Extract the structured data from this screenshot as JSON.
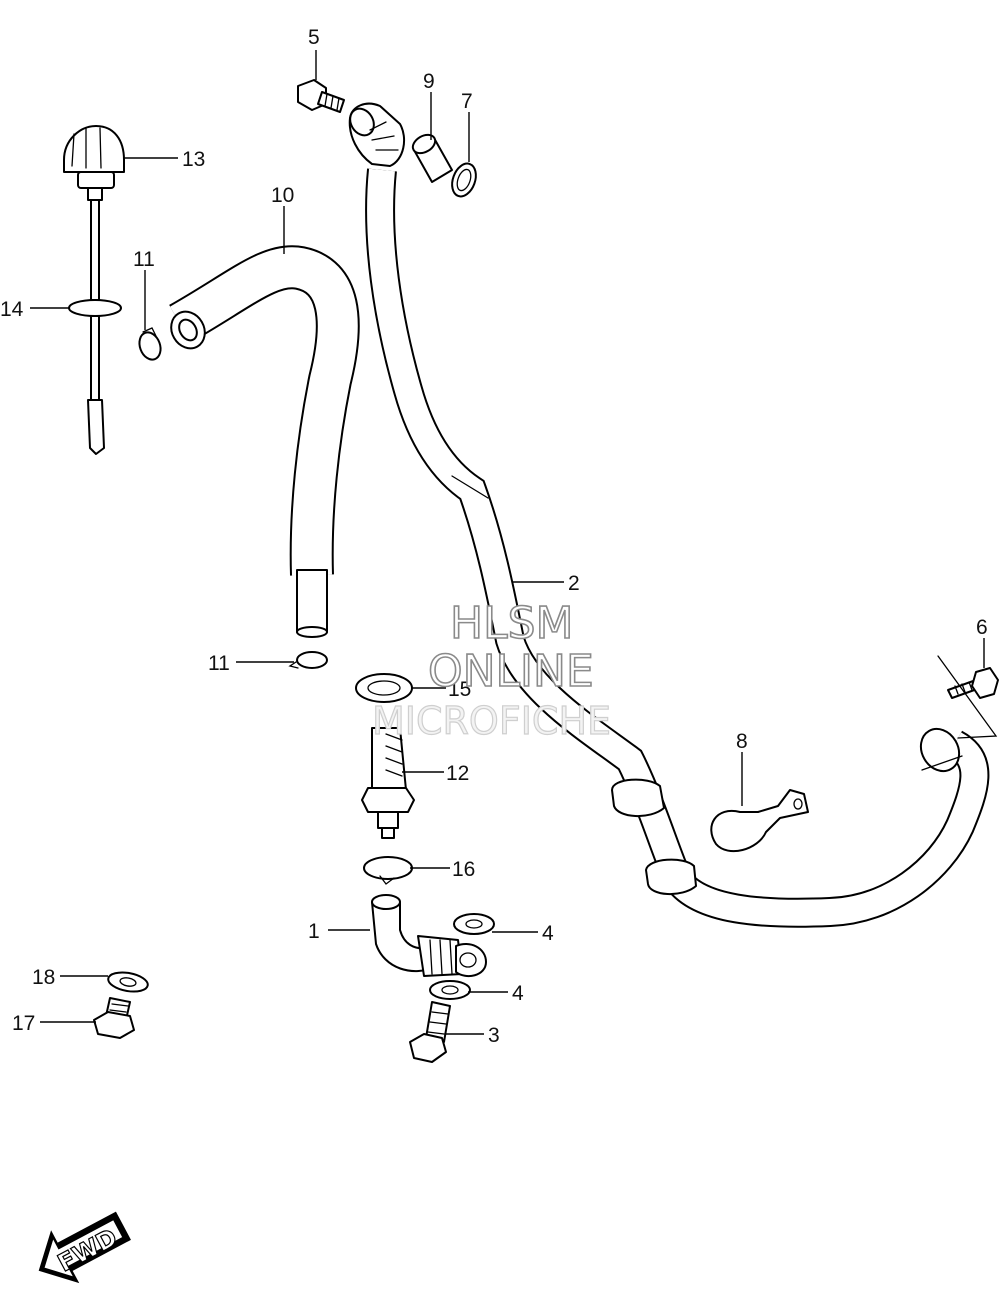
{
  "watermark": {
    "line1": "HLSM",
    "line2": "ONLINE",
    "line3": "MICROFICHE"
  },
  "fwd_label": "FWD",
  "callouts": [
    {
      "id": "c1",
      "label": "1"
    },
    {
      "id": "c2",
      "label": "2"
    },
    {
      "id": "c3",
      "label": "3"
    },
    {
      "id": "c4a",
      "label": "4"
    },
    {
      "id": "c4b",
      "label": "4"
    },
    {
      "id": "c5",
      "label": "5"
    },
    {
      "id": "c6",
      "label": "6"
    },
    {
      "id": "c7",
      "label": "7"
    },
    {
      "id": "c8",
      "label": "8"
    },
    {
      "id": "c9",
      "label": "9"
    },
    {
      "id": "c10",
      "label": "10"
    },
    {
      "id": "c11a",
      "label": "11"
    },
    {
      "id": "c11b",
      "label": "11"
    },
    {
      "id": "c12",
      "label": "12"
    },
    {
      "id": "c13",
      "label": "13"
    },
    {
      "id": "c14",
      "label": "14"
    },
    {
      "id": "c15",
      "label": "15"
    },
    {
      "id": "c16",
      "label": "16"
    },
    {
      "id": "c17",
      "label": "17"
    },
    {
      "id": "c18",
      "label": "18"
    }
  ]
}
